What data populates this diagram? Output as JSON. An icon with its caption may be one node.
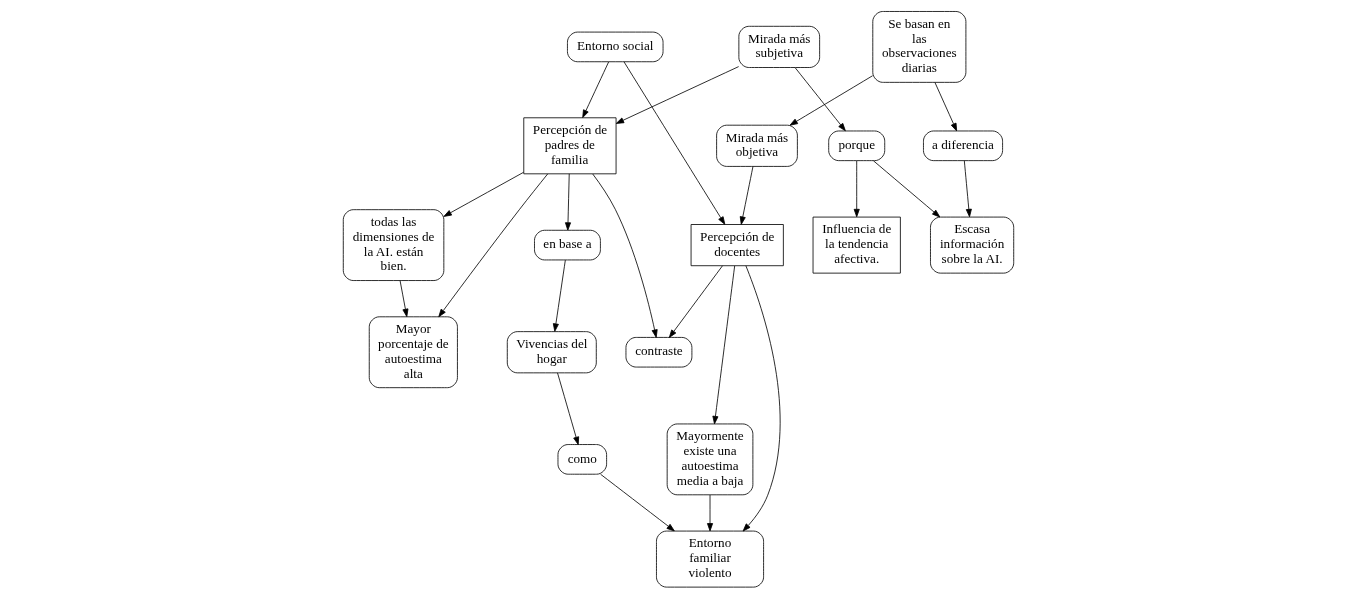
{
  "diagram": {
    "nodes": [
      {
        "text": [
          "Mayor porcentaje de autoestima alta"
        ]
      },
      {
        "text": [
          "Entorno social"
        ]
      },
      {
        "text": [
          "Mirada más objetiva"
        ]
      },
      {
        "text": [
          "Entorno familiar violento"
        ]
      },
      {
        "text": [
          "Percepción de padres de familia"
        ]
      },
      {
        "text": [
          "contraste"
        ]
      },
      {
        "text": [
          "Percepción de docentes"
        ]
      },
      {
        "text": [
          "todas las dimensiones de la AI. están bien."
        ]
      },
      {
        "text": [
          "Mirada más subjetiva"
        ]
      },
      {
        "text": [
          "Mayormente existe una autoestima media a baja"
        ]
      },
      {
        "text": [
          "como"
        ]
      },
      {
        "text": [
          "en base a"
        ]
      },
      {
        "text": [
          "Vivencias del hogar"
        ]
      },
      {
        "text": [
          "Se basan en las observaciones diarias"
        ]
      },
      {
        "text": [
          "Influencia de la tendencia afectiva."
        ]
      },
      {
        "text": [
          "porque"
        ]
      },
      {
        "text": [
          "Escasa información sobre la AI."
        ]
      },
      {
        "text": [
          "a diferencia"
        ]
      }
    ],
    "edges": [
      {
        "from": 4,
        "to": 0,
        "arrow": "to"
      },
      {
        "from": 7,
        "to": 0,
        "arrow": "to"
      },
      {
        "from": 1,
        "to": 4,
        "arrow": "to"
      },
      {
        "from": 1,
        "to": 6,
        "arrow": "to"
      },
      {
        "from": 2,
        "to": 6,
        "arrow": "to"
      },
      {
        "from": 4,
        "to": 5,
        "arrow": "to"
      },
      {
        "from": 6,
        "to": 5,
        "arrow": "to"
      },
      {
        "from": 4,
        "to": 7,
        "arrow": "to"
      },
      {
        "from": 8,
        "to": 4,
        "arrow": "to"
      },
      {
        "from": 4,
        "to": 11,
        "arrow": "to"
      },
      {
        "from": 11,
        "to": 12,
        "arrow": "to"
      },
      {
        "from": 12,
        "to": 10,
        "arrow": "to"
      },
      {
        "from": 10,
        "to": 3,
        "arrow": "to"
      },
      {
        "from": 6,
        "to": 3,
        "arrow": "to"
      },
      {
        "from": 9,
        "to": 3,
        "arrow": "to"
      },
      {
        "from": 6,
        "to": 9,
        "arrow": "to"
      },
      {
        "from": 13,
        "to": 2,
        "arrow": "to"
      },
      {
        "from": 8,
        "to": 15,
        "arrow": "to"
      },
      {
        "from": 15,
        "to": 14,
        "arrow": "to"
      },
      {
        "from": 15,
        "to": 16,
        "arrow": "to"
      },
      {
        "from": 13,
        "to": 17,
        "arrow": "to"
      },
      {
        "from": 17,
        "to": 16,
        "arrow": "to"
      }
    ]
  }
}
